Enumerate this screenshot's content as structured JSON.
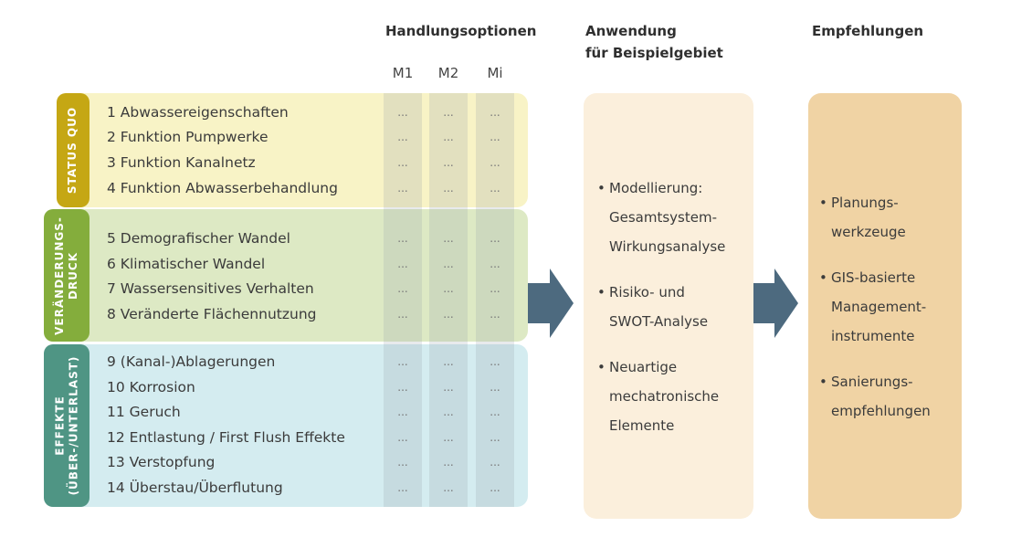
{
  "headers": {
    "options": "Handlungsoptionen",
    "application_line1": "Anwendung",
    "application_line2": "für Beispielgebiet",
    "recommendations": "Empfehlungen"
  },
  "measures": [
    {
      "label": "M1"
    },
    {
      "label": "M2"
    },
    {
      "label": "Mi"
    }
  ],
  "groups": [
    {
      "tag_lines": [
        "STATUS QUO"
      ],
      "items": [
        "1 Abwassereigenschaften",
        "2 Funktion Pumpwerke",
        "3 Funktion Kanalnetz",
        "4 Funktion Abwasserbehandlung"
      ]
    },
    {
      "tag_lines": [
        "VERÄNDERUNGS-",
        "DRUCK"
      ],
      "items": [
        "5 Demografischer Wandel",
        "6 Klimatischer Wandel",
        "7 Wassersensitives Verhalten",
        "8 Veränderte Flächennutzung"
      ]
    },
    {
      "tag_lines": [
        "EFFEKTE",
        "(ÜBER-/UNTERLAST)"
      ],
      "items": [
        "9 (Kanal-)Ablagerungen",
        "10 Korrosion",
        "11 Geruch",
        "12 Entlastung / First Flush Effekte",
        "13 Verstopfung",
        "14 Überstau/Überflutung"
      ]
    }
  ],
  "cell_placeholder": "...",
  "application": [
    [
      "Modellierung:",
      "Gesamtsystem-",
      "Wirkungsanalyse"
    ],
    [
      "Risiko- und",
      "SWOT-Analyse"
    ],
    [
      "Neuartige",
      "mechatronische",
      "Elemente"
    ]
  ],
  "recommendations": [
    [
      "Planungs-",
      "werkzeuge"
    ],
    [
      "GIS-basierte",
      "Management-",
      "instrumente"
    ],
    [
      "Sanierungs-",
      "empfehlungen"
    ]
  ],
  "colors": {
    "status_band": "#f8f3c6",
    "status_tag": "#c5a714",
    "change_band": "#dde9c4",
    "change_tag": "#84ad3c",
    "effects_band": "#d4ecf0",
    "effects_tag": "#4f9584",
    "application_box": "#fbefdc",
    "recommendation_box": "#f0d3a4",
    "arrow": "#4d6a7f"
  }
}
